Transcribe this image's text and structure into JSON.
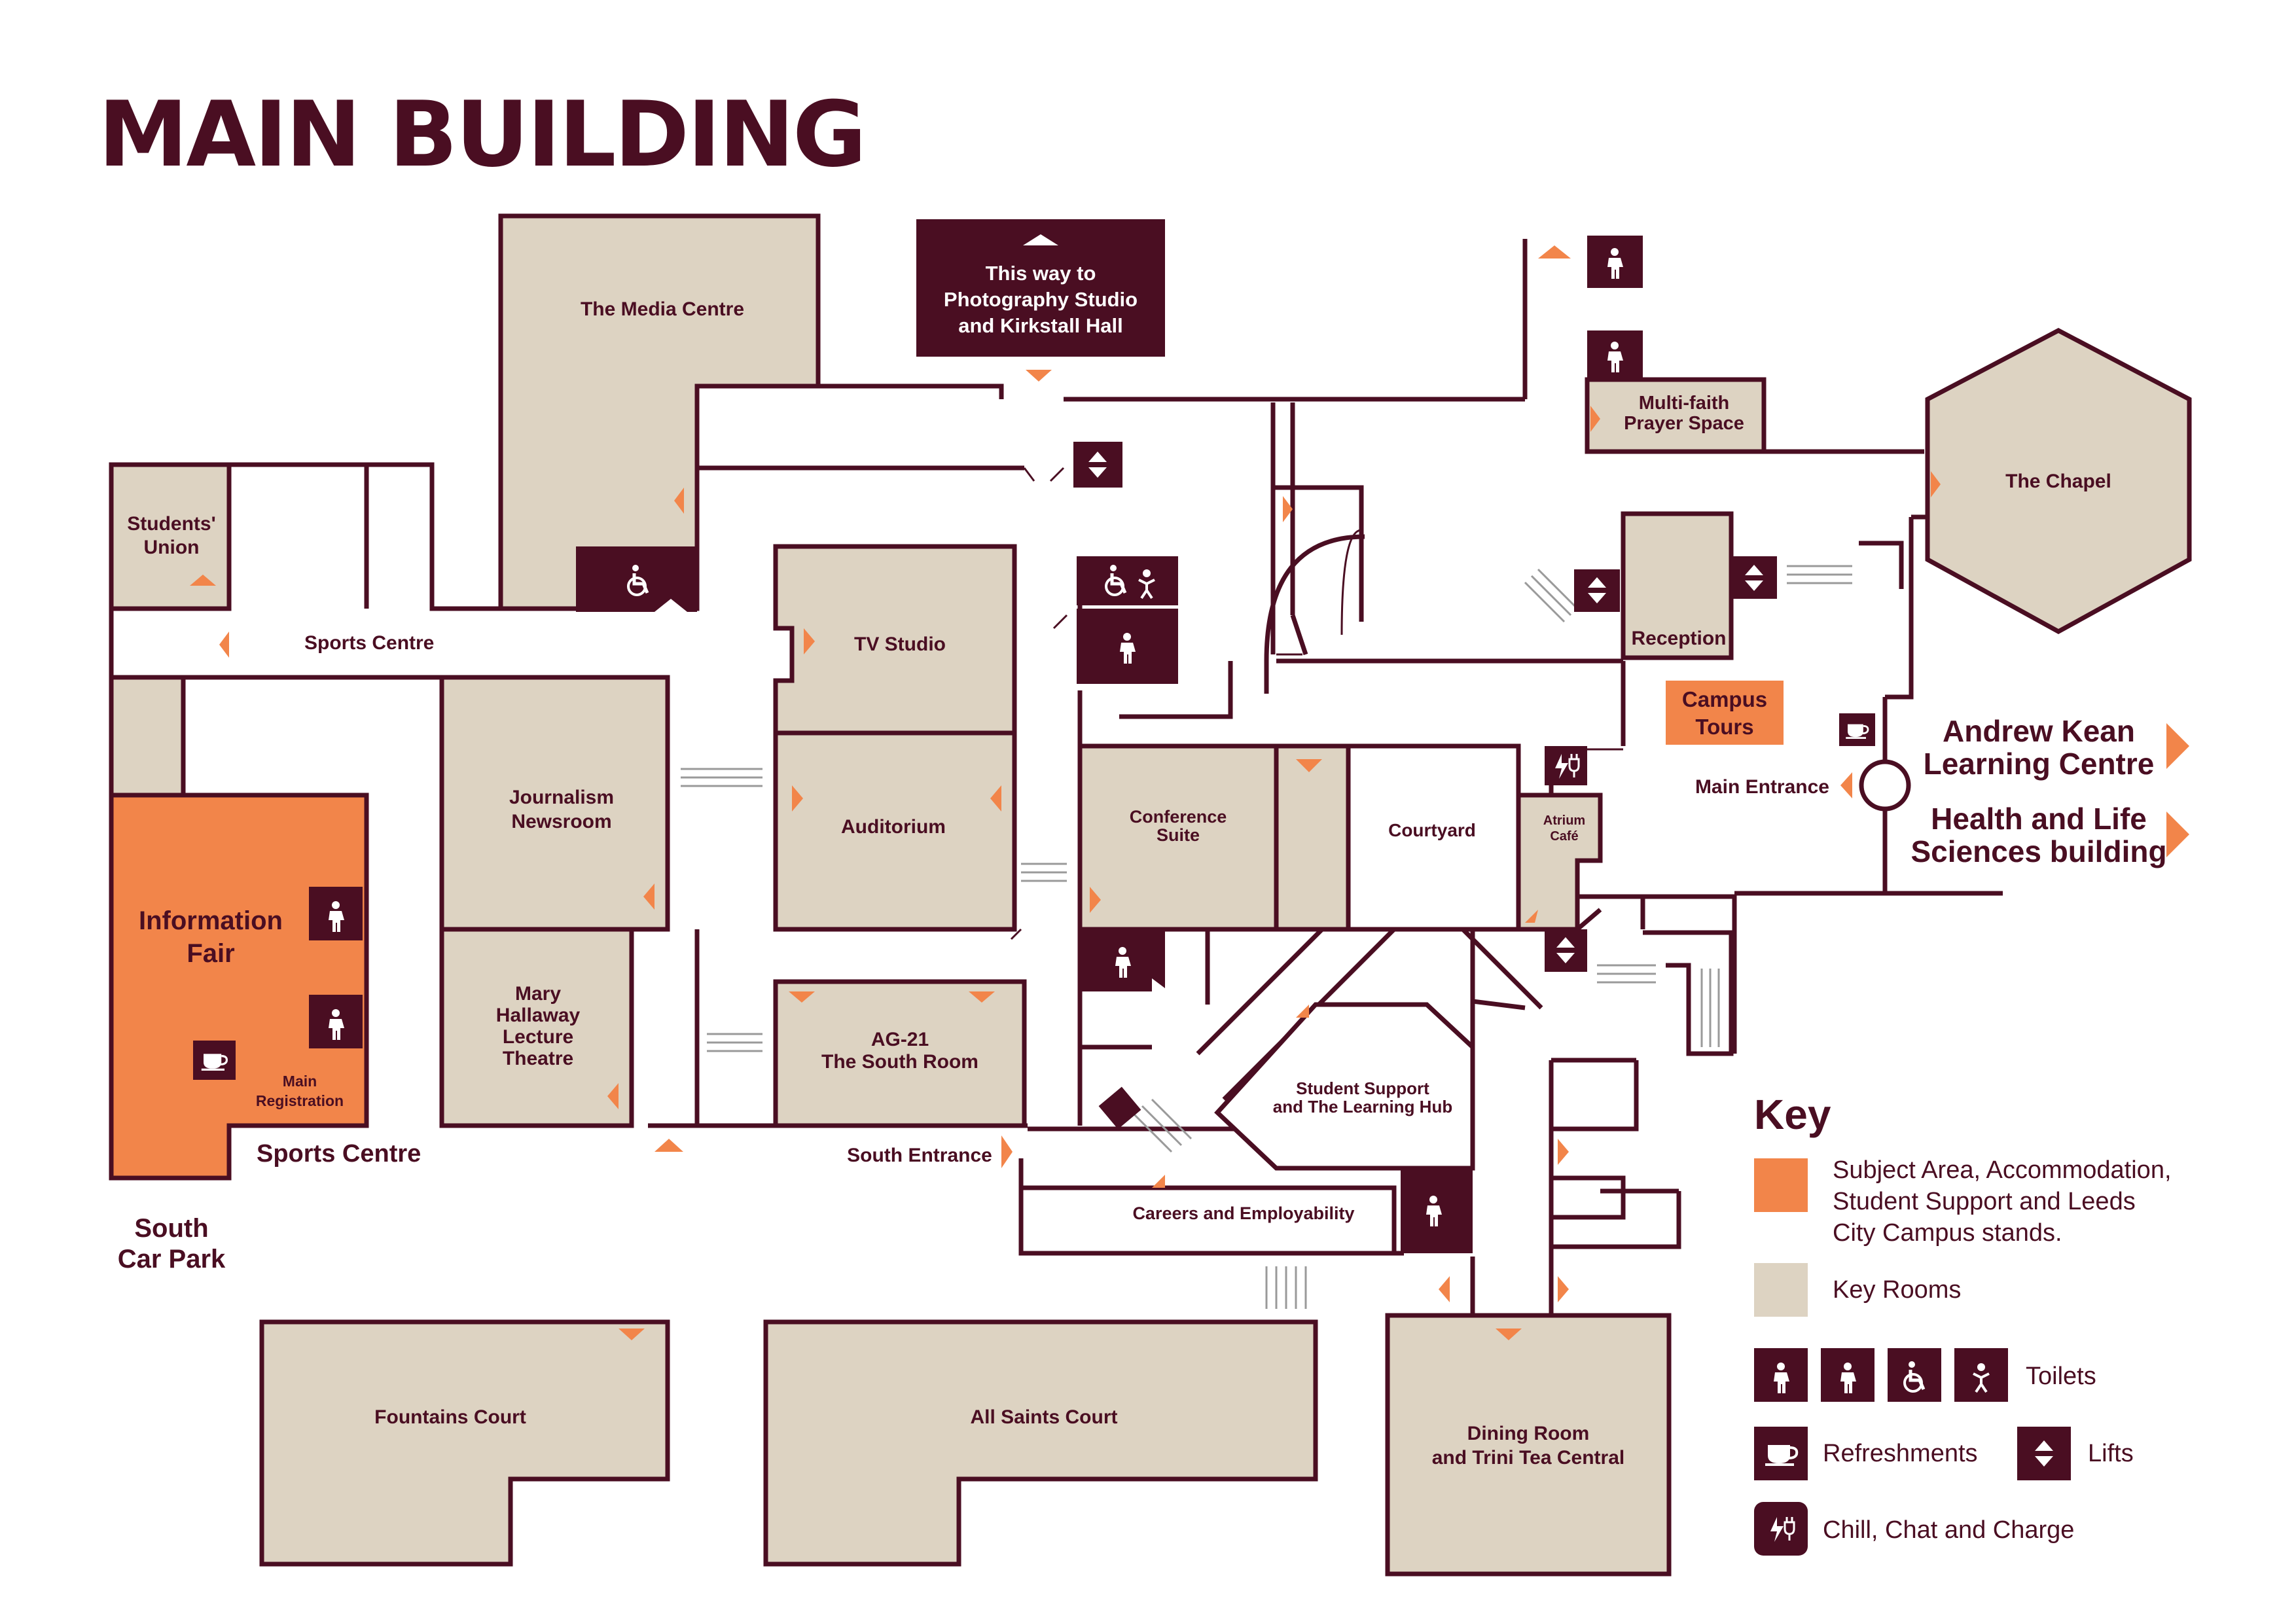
{
  "title": "MAIN BUILDING",
  "rooms": {
    "media_centre": "The Media Centre",
    "students_union": [
      "Students'",
      "Union"
    ],
    "information_fair": [
      "Information",
      "Fair"
    ],
    "main_registration": [
      "Main",
      "Registration"
    ],
    "journalism_newsroom": [
      "Journalism",
      "Newsroom"
    ],
    "mary_hallaway": [
      "Mary",
      "Hallaway",
      "Lecture",
      "Theatre"
    ],
    "tv_studio": "TV Studio",
    "auditorium": "Auditorium",
    "ag21": [
      "AG-21",
      "The South Room"
    ],
    "conference_suite": [
      "Conference",
      "Suite"
    ],
    "courtyard": "Courtyard",
    "atrium_cafe": [
      "Atrium",
      "Café"
    ],
    "student_support": [
      "Student Support",
      "and The Learning Hub"
    ],
    "careers": "Careers and Employability",
    "multi_faith": [
      "Multi-faith",
      "Prayer Space"
    ],
    "reception": "Reception",
    "chapel": "The Chapel",
    "fountains_court": "Fountains Court",
    "all_saints_court": "All Saints Court",
    "dining_room": [
      "Dining Room",
      "and Trini Tea Central"
    ]
  },
  "signs": {
    "photography": [
      "This way to",
      "Photography Studio",
      "and Kirkstall Hall"
    ],
    "campus_tours": [
      "Campus",
      "Tours"
    ],
    "sports_centre_top": "Sports Centre",
    "sports_centre_bottom": "Sports Centre",
    "south_car_park": [
      "South",
      "Car Park"
    ],
    "south_entrance": "South Entrance",
    "main_entrance": "Main Entrance",
    "andrew_kean": [
      "Andrew Kean",
      "Learning Centre"
    ],
    "health_life": [
      "Health and Life",
      "Sciences building"
    ]
  },
  "key": {
    "title": "Key",
    "subject_area": [
      "Subject Area, Accommodation,",
      "Student Support and Leeds",
      "City Campus stands."
    ],
    "key_rooms": "Key Rooms",
    "toilets": "Toilets",
    "refreshments": "Refreshments",
    "lifts": "Lifts",
    "chill": "Chill, Chat and Charge"
  },
  "colors": {
    "maroon": "#4a0e22",
    "orange": "#f2854a",
    "beige": "#ddd3c2"
  },
  "icons": [
    "person-toilet-icon",
    "wheelchair-icon",
    "baby-change-icon",
    "coffee-cup-icon",
    "lift-arrows-icon",
    "charge-plug-icon"
  ]
}
